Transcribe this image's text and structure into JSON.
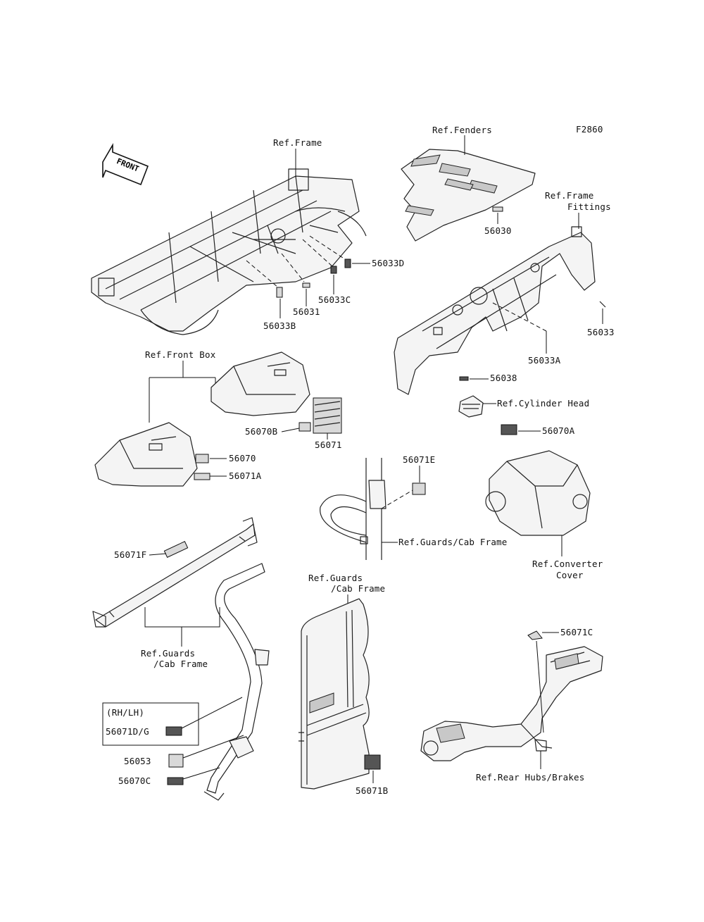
{
  "figure_code": "F2860",
  "front_arrow_label": "FRONT",
  "labels": {
    "ref_frame": "Ref.Frame",
    "ref_fenders": "Ref.Fenders",
    "ref_frame_fittings_1": "Ref.Frame",
    "ref_frame_fittings_2": "Fittings",
    "p56030": "56030",
    "p56033d": "56033D",
    "p56033c": "56033C",
    "p56031": "56031",
    "p56033b": "56033B",
    "p56033": "56033",
    "p56033a": "56033A",
    "ref_front_box": "Ref.Front Box",
    "p56038": "56038",
    "ref_cylinder_head": "Ref.Cylinder Head",
    "p56070b": "56070B",
    "p56071": "56071",
    "p56070a": "56070A",
    "p56070": "56070",
    "p56071a": "56071A",
    "p56071e": "56071E",
    "ref_guards_cab_frame_mid": "Ref.Guards/Cab Frame",
    "ref_converter_cover_1": "Ref.Converter",
    "ref_converter_cover_2": "Cover",
    "p56071f": "56071F",
    "ref_guards_1": "Ref.Guards",
    "ref_guards_2": "/Cab Frame",
    "ref_guards_door_1": "Ref.Guards",
    "ref_guards_door_2": "/Cab Frame",
    "p56071c": "56071C",
    "rh_lh": "(RH/LH)",
    "p56071dg": "56071D/G",
    "p56053": "56053",
    "p56070c": "56070C",
    "p56071b": "56071B",
    "ref_rear_hubs_brakes": "Ref.Rear Hubs/Brakes"
  }
}
